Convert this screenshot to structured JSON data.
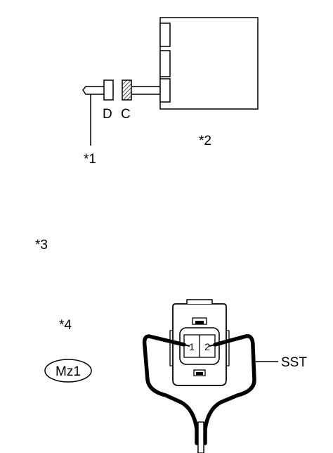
{
  "labels": {
    "callout_1": "*1",
    "callout_2": "*2",
    "callout_3": "*3",
    "callout_4": "*4",
    "connector_d": "D",
    "connector_c": "C",
    "sst": "SST",
    "pin_1": "1",
    "pin_2": "2",
    "mz1": "Mz1"
  },
  "colors": {
    "line": "#000000",
    "background": "#ffffff",
    "hatch": "#000000"
  }
}
